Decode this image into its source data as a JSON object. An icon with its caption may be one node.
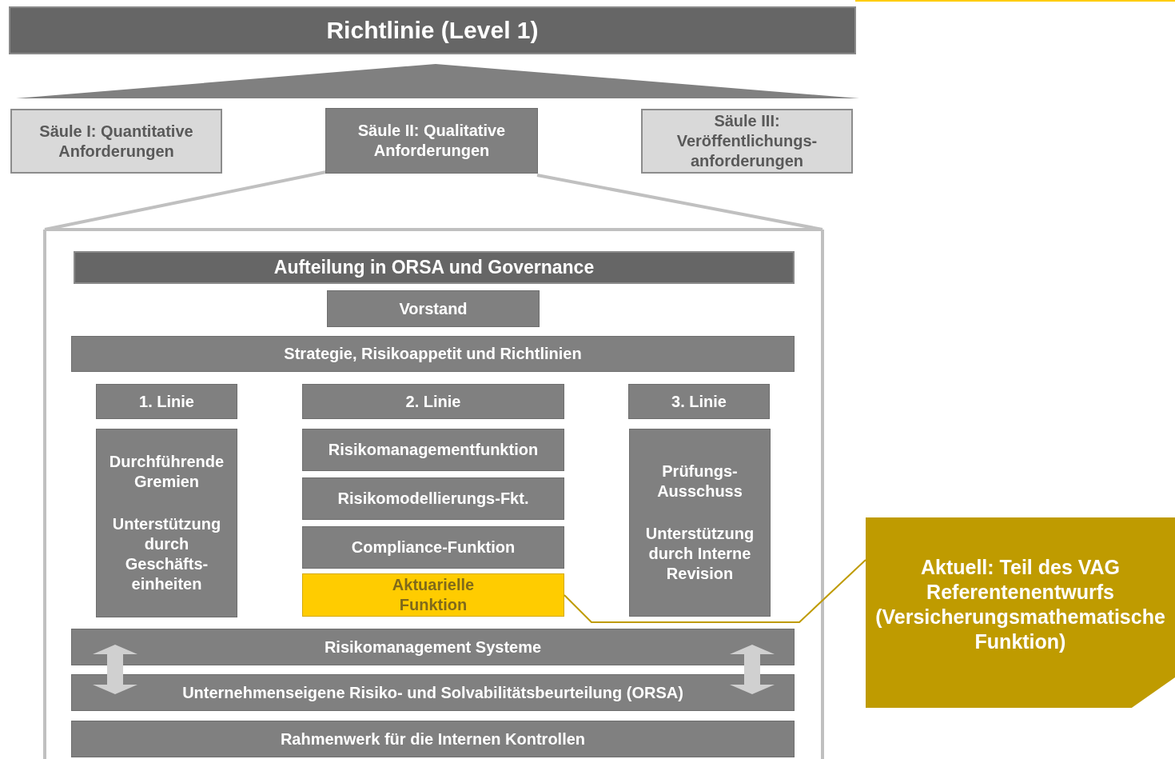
{
  "diagram": {
    "nodes": [
      {
        "text": [
          "Richtlinie (Level 1)"
        ]
      },
      {
        "text": [
          "Säule I: Quantitative Anforderungen"
        ]
      },
      {
        "text": [
          "Säule II: Qualitative Anforderungen"
        ]
      },
      {
        "text": [
          "Säule III: Veröffentlichungs- anforderungen"
        ]
      },
      {
        "text": [
          "Aufteilung in ORSA und Governance"
        ]
      },
      {
        "text": [
          "Vorstand"
        ]
      },
      {
        "text": [
          "Strategie, Risikoappetit und Richtlinien"
        ]
      },
      {
        "text": [
          "1. Linie"
        ]
      },
      {
        "text": [
          "2. Linie"
        ]
      },
      {
        "text": [
          "3. Linie"
        ]
      },
      {
        "text": [
          "Durchführende Gremien",
          "Unterstützung durch Geschäfts- einheiten"
        ]
      },
      {
        "text": [
          "Risikomanagementfunktion"
        ]
      },
      {
        "text": [
          "Risikomodellierungs-Fkt."
        ]
      },
      {
        "text": [
          "Compliance-Funktion"
        ]
      },
      {
        "text": [
          "Aktuarielle Funktion"
        ]
      },
      {
        "text": [
          "Prüfungs- Ausschuss",
          "Unterstützung durch Interne Revision"
        ]
      },
      {
        "text": [
          "Risikomanagement Systeme"
        ]
      },
      {
        "text": [
          "Unternehmenseigene Risiko- und Solvabilitätsbeurteilung (ORSA)"
        ]
      },
      {
        "text": [
          "Rahmenwerk für die Internen Kontrollen"
        ]
      },
      {
        "text": [
          "Aktuell: Teil des VAG Referentenentwurfs (Versicherungsmathematische Funktion)"
        ]
      }
    ],
    "edges": [
      {
        "from": 14,
        "to": 19,
        "arrow": "none",
        "color": "#bf9b00"
      },
      {
        "from": 16,
        "to": 17,
        "arrow": "both",
        "color": "#d0d0d0"
      },
      {
        "from": 16,
        "to": 17,
        "arrow": "both",
        "color": "#d0d0d0"
      }
    ]
  }
}
